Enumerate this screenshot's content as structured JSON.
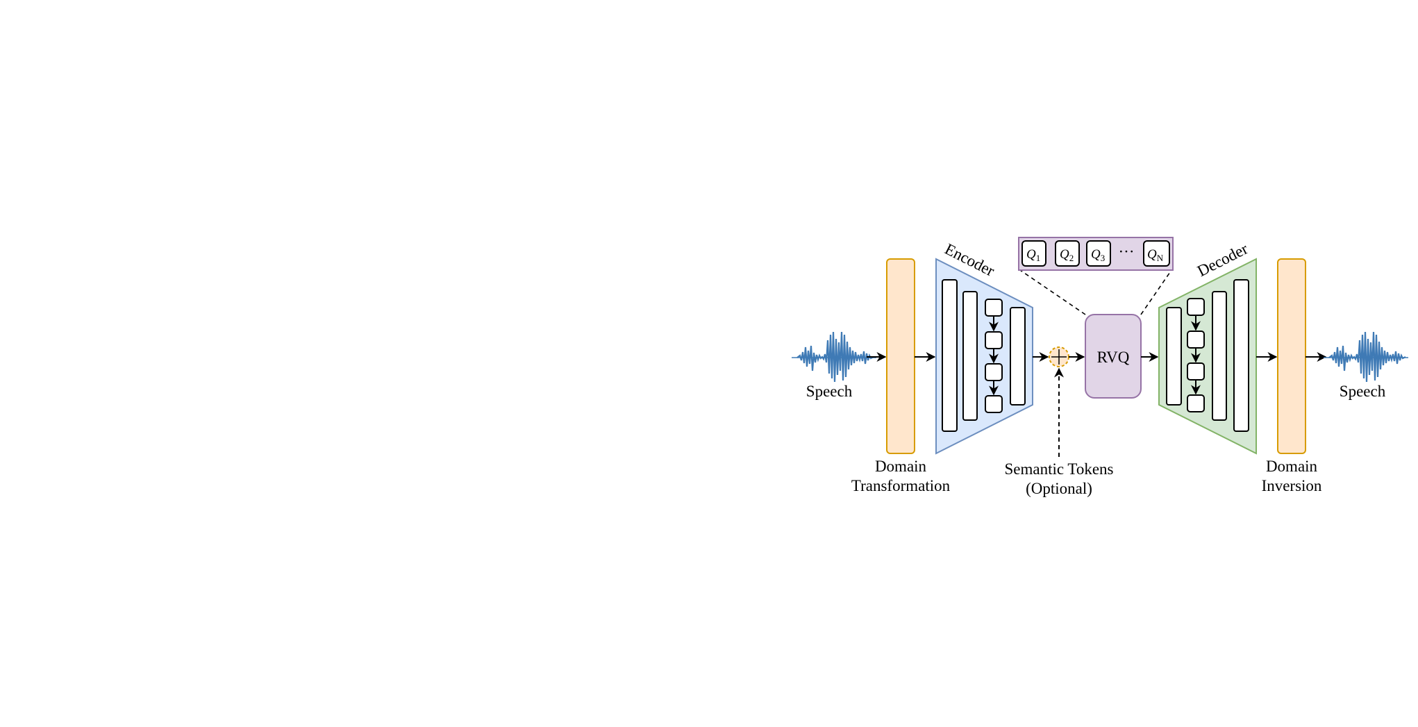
{
  "diagram": {
    "input_label": "Speech",
    "output_label": "Speech",
    "domain_transformation": [
      "Domain",
      "Transformation"
    ],
    "encoder_label": "Encoder",
    "decoder_label": "Decoder",
    "rvq_label": "RVQ",
    "semantic_tokens": [
      "Semantic Tokens",
      "(Optional)"
    ],
    "domain_inversion": [
      "Domain",
      "Inversion"
    ],
    "quantizers": [
      {
        "base": "Q",
        "sub": "1"
      },
      {
        "base": "Q",
        "sub": "2"
      },
      {
        "base": "Q",
        "sub": "3"
      },
      {
        "base": "Q",
        "sub": "N"
      }
    ],
    "ellipsis": "···"
  },
  "colors": {
    "waveform": "#3f7ab5",
    "domain_fill": "#ffe6cc",
    "domain_stroke": "#d79b00",
    "encoder_fill": "#dae8fc",
    "encoder_stroke": "#6c8ebf",
    "decoder_fill": "#d5e8d4",
    "decoder_stroke": "#82b366",
    "rvq_fill": "#e1d5e7",
    "rvq_stroke": "#9673a6"
  }
}
